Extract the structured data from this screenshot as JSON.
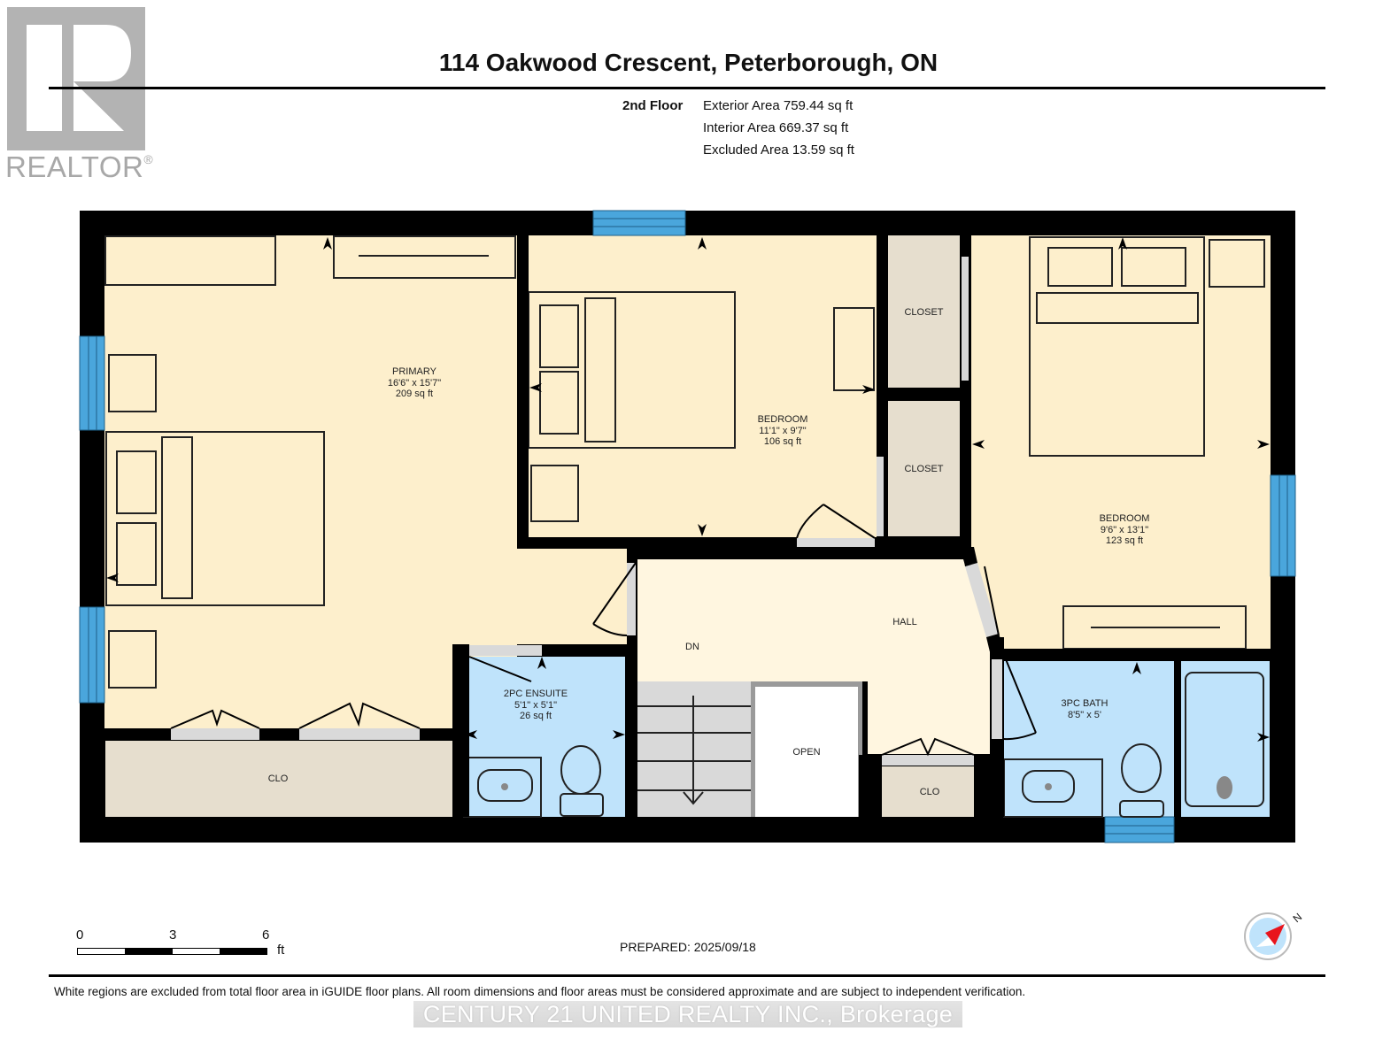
{
  "logo": {
    "word": "REALTOR",
    "mark": "®"
  },
  "header": {
    "title": "114 Oakwood Crescent, Peterborough, ON",
    "floor": "2nd Floor",
    "exterior_area": "Exterior Area 759.44 sq ft",
    "interior_area": "Interior Area 669.37 sq ft",
    "excluded_area": "Excluded Area 13.59 sq ft"
  },
  "rooms": {
    "primary": {
      "name": "PRIMARY",
      "dims": "16'6\" x 15'7\"",
      "area": "209 sq ft"
    },
    "bedroom2": {
      "name": "BEDROOM",
      "dims": "11'1\" x 9'7\"",
      "area": "106 sq ft"
    },
    "bedroom3": {
      "name": "BEDROOM",
      "dims": "9'6\" x 13'1\"",
      "area": "123 sq ft"
    },
    "closet1": {
      "name": "CLOSET"
    },
    "closet2": {
      "name": "CLOSET"
    },
    "hall": {
      "name": "HALL"
    },
    "stairs": {
      "name": "DN"
    },
    "open": {
      "name": "OPEN"
    },
    "ensuite": {
      "name": "2PC ENSUITE",
      "dims": "5'1\" x 5'1\"",
      "area": "26 sq ft"
    },
    "bath": {
      "name": "3PC BATH",
      "dims": "8'5\" x 5'"
    },
    "clo_primary": {
      "name": "CLO"
    },
    "clo_hall": {
      "name": "CLO"
    }
  },
  "colors": {
    "room": "#fdefcc",
    "hall": "#fff6e0",
    "closet": "#e6dece",
    "bath": "#bfe3fb",
    "window": "#4aa6dc",
    "wall": "#000000",
    "door_opening": "#d9d9d9",
    "compass_needle": "#e8141c",
    "compass_face": "#bfe3fb"
  },
  "footer": {
    "scale": {
      "ticks": [
        "0",
        "3",
        "6"
      ],
      "unit": "ft"
    },
    "prepared": "PREPARED: 2025/09/18",
    "compass_label": "N",
    "disclaimer": "White regions are excluded from total floor area in iGUIDE floor plans. All room dimensions and floor areas must be considered approximate and are subject to independent verification.",
    "watermark": "CENTURY 21 UNITED REALTY INC., Brokerage"
  }
}
